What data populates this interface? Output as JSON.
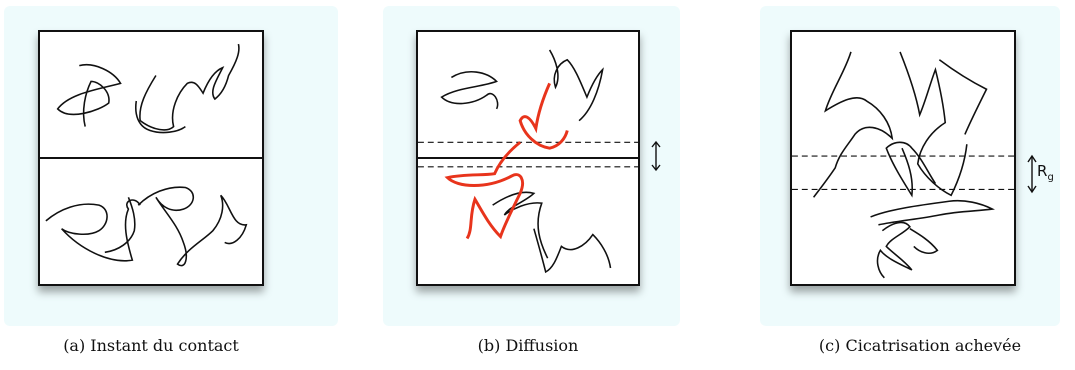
{
  "panels": [
    {
      "caption": "(a) Instant du contact"
    },
    {
      "caption": "(b) Diffusion"
    },
    {
      "caption": "(c) Cicatrisation achevée",
      "annotation_main": "R",
      "annotation_sub": "g"
    }
  ],
  "colors": {
    "chain": "#111111",
    "diffusing_chain": "#e8341c",
    "background_glow": "#eefbfc"
  }
}
